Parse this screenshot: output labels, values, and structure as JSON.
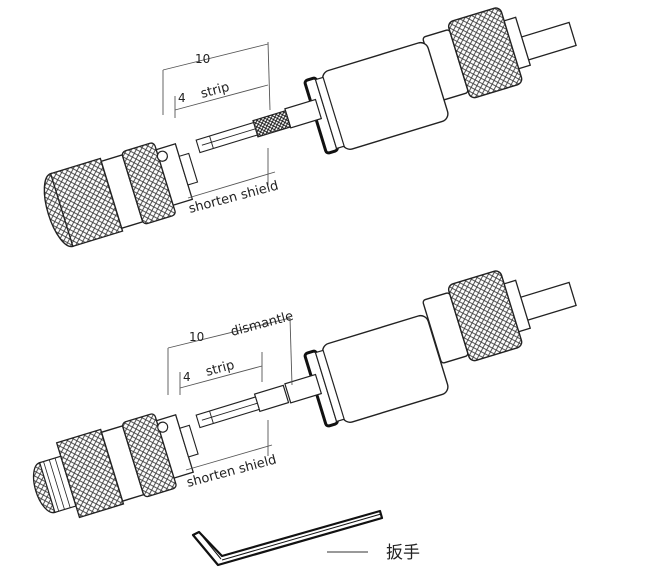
{
  "top_assembly": {
    "dim_total": "10",
    "dim_strip_length": "4",
    "strip_label": "strip",
    "shield_label": "shorten shield"
  },
  "bottom_assembly": {
    "dim_total": "10",
    "dim_strip_length": "4",
    "strip_label": "strip",
    "dismantle_label": "dismantle",
    "shield_label": "shorten shield"
  },
  "tool": {
    "label": "扳手"
  }
}
